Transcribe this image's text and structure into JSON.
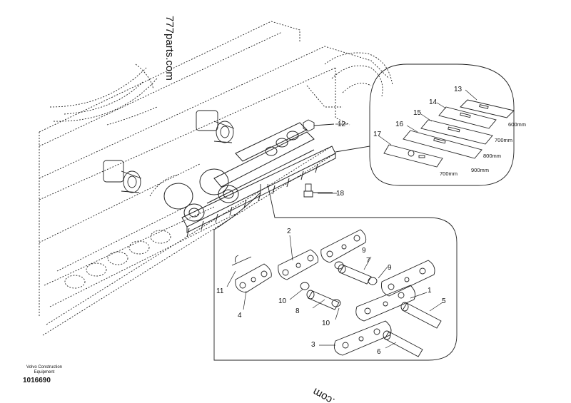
{
  "watermark_top": "777parts.com",
  "watermark_bottom": ".com",
  "company_line1": "Volvo Construction",
  "company_line2": "Equipment",
  "drawing_number": "1016690",
  "callouts": {
    "c1": "1",
    "c2": "2",
    "c3": "3",
    "c4": "4",
    "c5": "5",
    "c6": "6",
    "c7": "7",
    "c8": "8",
    "c9a": "9",
    "c9b": "9",
    "c10a": "10",
    "c10b": "10",
    "c11": "11",
    "c12": "12",
    "c13": "13",
    "c14": "14",
    "c15": "15",
    "c16": "16",
    "c17": "17",
    "c18": "18"
  },
  "shoe_sizes": {
    "s13": "600mm",
    "s14": "700mm",
    "s15": "800mm",
    "s16": "900mm",
    "s17": "700mm"
  }
}
